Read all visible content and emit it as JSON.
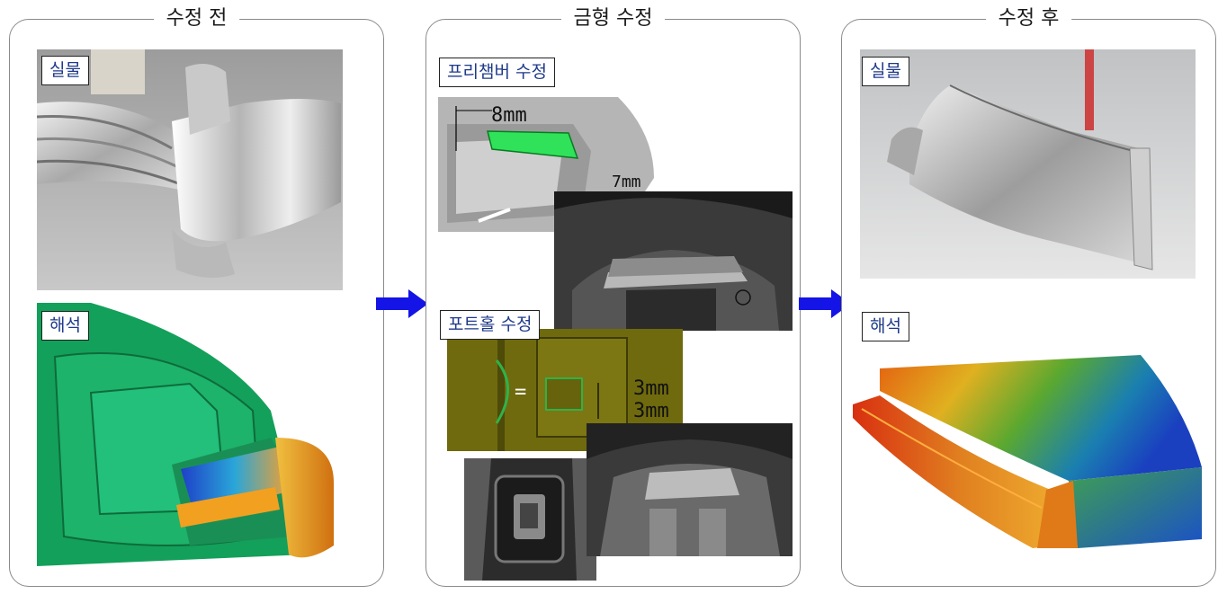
{
  "panels": {
    "before": {
      "title": "수정 전",
      "label_real": "실물",
      "label_analysis": "해석"
    },
    "mold": {
      "title": "금형 수정",
      "label_prechamber": "프리챔버 수정",
      "label_porthole": "포트홀 수정",
      "dim_8mm": "8mm",
      "dim_7mm": "7mm",
      "dim_3mm_a": "3mm",
      "dim_3mm_b": "3mm",
      "dim_eq": "="
    },
    "after": {
      "title": "수정 후",
      "label_real": "실물",
      "label_analysis": "해석"
    }
  },
  "colors": {
    "arrow": "#1414e6",
    "label_text": "#1f3a8a",
    "frame": "#8a8a8a"
  }
}
